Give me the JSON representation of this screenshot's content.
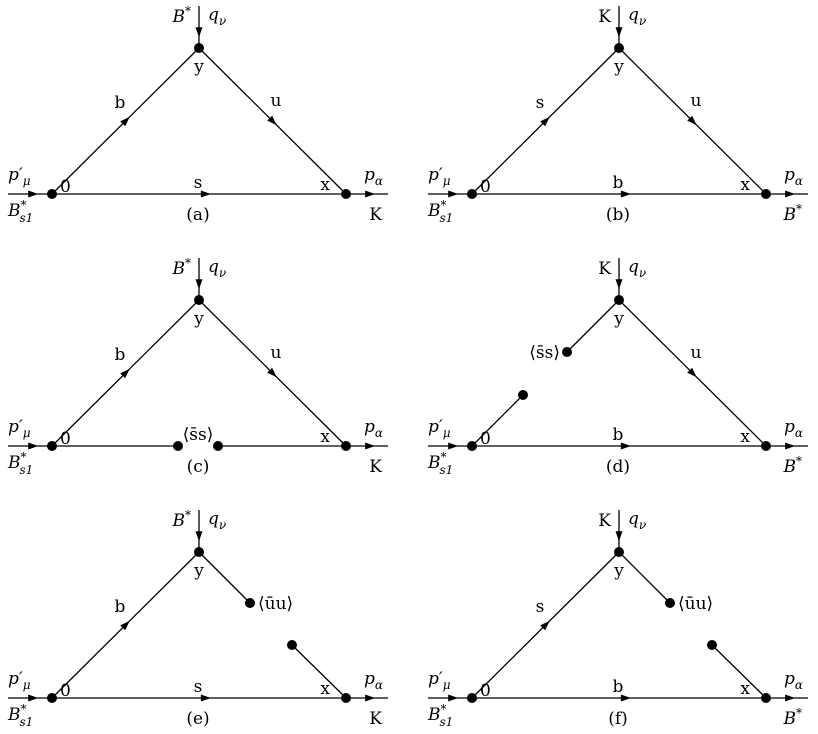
{
  "panels": [
    {
      "id": "a",
      "caption": "(a)",
      "incoming": {
        "momentum": "p′",
        "momentum_sub": "μ",
        "particle": "B",
        "particle_sup": "*",
        "particle_sub": "s1"
      },
      "outgoing": {
        "momentum": "p",
        "momentum_sub": "α",
        "particle": "K",
        "particle_sup": "",
        "particle_sub": ""
      },
      "top": {
        "particle": "B",
        "particle_sup": "*",
        "momentum": "q",
        "momentum_sub": "ν"
      },
      "vertices": {
        "left": "0",
        "right": "x",
        "top": "y"
      },
      "quarks": {
        "left_edge": "b",
        "right_edge": "u",
        "bottom_edge": "s"
      },
      "condensate": {
        "edge": "none",
        "label": "",
        "bar_char": "",
        "plain_char": ""
      }
    },
    {
      "id": "b",
      "caption": "(b)",
      "incoming": {
        "momentum": "p′",
        "momentum_sub": "μ",
        "particle": "B",
        "particle_sup": "*",
        "particle_sub": "s1"
      },
      "outgoing": {
        "momentum": "p",
        "momentum_sub": "α",
        "particle": "B",
        "particle_sup": "*",
        "particle_sub": ""
      },
      "top": {
        "particle": "K",
        "particle_sup": "",
        "momentum": "q",
        "momentum_sub": "ν"
      },
      "vertices": {
        "left": "0",
        "right": "x",
        "top": "y"
      },
      "quarks": {
        "left_edge": "s",
        "right_edge": "u",
        "bottom_edge": "b"
      },
      "condensate": {
        "edge": "none",
        "label": "",
        "bar_char": "",
        "plain_char": ""
      }
    },
    {
      "id": "c",
      "caption": "(c)",
      "incoming": {
        "momentum": "p′",
        "momentum_sub": "μ",
        "particle": "B",
        "particle_sup": "*",
        "particle_sub": "s1"
      },
      "outgoing": {
        "momentum": "p",
        "momentum_sub": "α",
        "particle": "K",
        "particle_sup": "",
        "particle_sub": ""
      },
      "top": {
        "particle": "B",
        "particle_sup": "*",
        "momentum": "q",
        "momentum_sub": "ν"
      },
      "vertices": {
        "left": "0",
        "right": "x",
        "top": "y"
      },
      "quarks": {
        "left_edge": "b",
        "right_edge": "u",
        "bottom_edge": ""
      },
      "condensate": {
        "edge": "bottom",
        "label": "⟨s̄s⟩",
        "bar_char": "s",
        "plain_char": "s"
      }
    },
    {
      "id": "d",
      "caption": "(d)",
      "incoming": {
        "momentum": "p′",
        "momentum_sub": "μ",
        "particle": "B",
        "particle_sup": "*",
        "particle_sub": "s1"
      },
      "outgoing": {
        "momentum": "p",
        "momentum_sub": "α",
        "particle": "B",
        "particle_sup": "*",
        "particle_sub": ""
      },
      "top": {
        "particle": "K",
        "particle_sup": "",
        "momentum": "q",
        "momentum_sub": "ν"
      },
      "vertices": {
        "left": "0",
        "right": "x",
        "top": "y"
      },
      "quarks": {
        "left_edge": "",
        "right_edge": "u",
        "bottom_edge": "b"
      },
      "condensate": {
        "edge": "left",
        "label": "⟨s̄s⟩",
        "bar_char": "s",
        "plain_char": "s"
      }
    },
    {
      "id": "e",
      "caption": "(e)",
      "incoming": {
        "momentum": "p′",
        "momentum_sub": "μ",
        "particle": "B",
        "particle_sup": "*",
        "particle_sub": "s1"
      },
      "outgoing": {
        "momentum": "p",
        "momentum_sub": "α",
        "particle": "K",
        "particle_sup": "",
        "particle_sub": ""
      },
      "top": {
        "particle": "B",
        "particle_sup": "*",
        "momentum": "q",
        "momentum_sub": "ν"
      },
      "vertices": {
        "left": "0",
        "right": "x",
        "top": "y"
      },
      "quarks": {
        "left_edge": "b",
        "right_edge": "",
        "bottom_edge": "s"
      },
      "condensate": {
        "edge": "right",
        "label": "⟨ūu⟩",
        "bar_char": "u",
        "plain_char": "u"
      }
    },
    {
      "id": "f",
      "caption": "(f)",
      "incoming": {
        "momentum": "p′",
        "momentum_sub": "μ",
        "particle": "B",
        "particle_sup": "*",
        "particle_sub": "s1"
      },
      "outgoing": {
        "momentum": "p",
        "momentum_sub": "α",
        "particle": "B",
        "particle_sup": "*",
        "particle_sub": ""
      },
      "top": {
        "particle": "K",
        "particle_sup": "",
        "momentum": "q",
        "momentum_sub": "ν"
      },
      "vertices": {
        "left": "0",
        "right": "x",
        "top": "y"
      },
      "quarks": {
        "left_edge": "s",
        "right_edge": "",
        "bottom_edge": "b"
      },
      "condensate": {
        "edge": "right",
        "label": "⟨ūu⟩",
        "bar_char": "u",
        "plain_char": "u"
      }
    }
  ]
}
